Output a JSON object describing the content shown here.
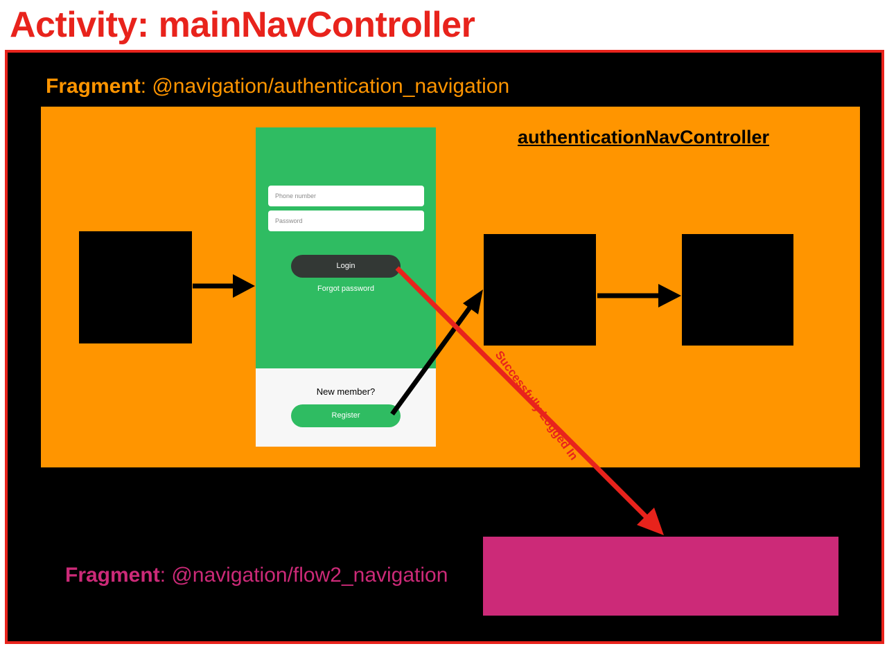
{
  "title": "Activity: mainNavController",
  "auth_fragment": {
    "prefix": "Fragment",
    "path": ": @navigation/authentication_navigation"
  },
  "nav_controller_label": "authenticationNavController",
  "login_screen": {
    "phone_placeholder": "Phone number",
    "password_placeholder": "Password",
    "login_label": "Login",
    "forgot_label": "Forgot password",
    "new_member_label": "New member?",
    "register_label": "Register"
  },
  "edge_label": "Successfully Logged In",
  "flow2_fragment": {
    "prefix": "Fragment",
    "path": ": @navigation/flow2_navigation"
  },
  "colors": {
    "accent_red": "#e8231c",
    "orange": "#ff9500",
    "magenta": "#cc2a78",
    "green": "#2fbc62"
  }
}
